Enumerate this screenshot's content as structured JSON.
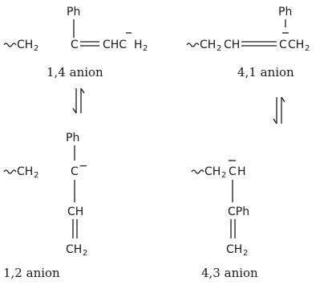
{
  "structures": {
    "s14": {
      "ph": "Ph",
      "c1": "CH",
      "c1_sub": "2",
      "c2": "C",
      "c3": "CHC",
      "c4": "H",
      "c4_sub": "2",
      "label": "1,4 anion"
    },
    "s41": {
      "ph": "Ph",
      "c1": "CH",
      "c1_sub": "2",
      "c2": "CH",
      "c3": "C",
      "c4": "CH",
      "c4_sub": "2",
      "label": "4,1 anion"
    },
    "s12": {
      "ph": "Ph",
      "c1": "CH",
      "c1_sub": "2",
      "c2": "C",
      "charge": "−",
      "c3": "CH",
      "c4": "CH",
      "c4_sub": "2",
      "label": "1,2 anion"
    },
    "s43": {
      "c1": "CH",
      "c1_sub": "2",
      "c2": "C",
      "c2b": "H",
      "c3": "CPh",
      "c4": "CH",
      "c4_sub": "2",
      "label": "4,3 anion"
    }
  }
}
